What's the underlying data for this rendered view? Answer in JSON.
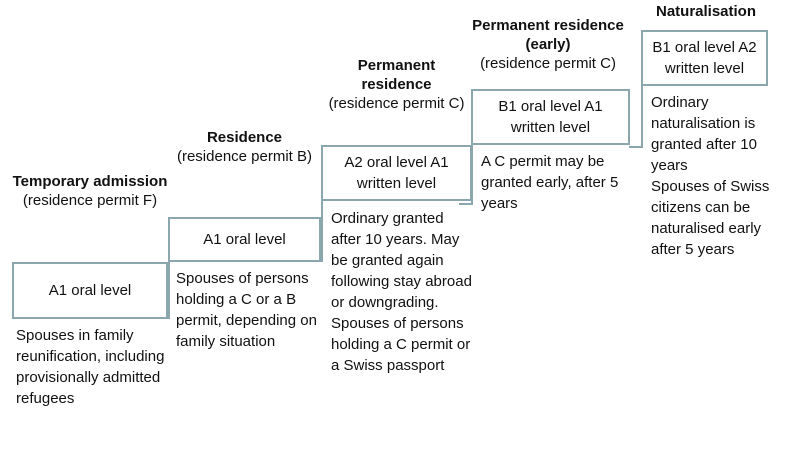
{
  "diagram": {
    "name": "Swiss residence permit language requirement staircase",
    "accent_border_color": "#8ba6ac",
    "text_color": "#111111",
    "background_color": "#ffffff",
    "steps": [
      {
        "id": "temporary-admission",
        "title": "Temporary admission",
        "subtitle": "(residence permit F)",
        "level": "A1 oral level",
        "description": "Spouses in family reunification, including provisionally admitted refugees"
      },
      {
        "id": "residence",
        "title": "Residence",
        "subtitle": "(residence permit B)",
        "level": "A1 oral level",
        "description": "Spouses of persons holding a C or a B permit, depending on family situation"
      },
      {
        "id": "permanent-residence",
        "title": "Permanent residence",
        "subtitle": "(residence permit C)",
        "level": "A2 oral level\nA1 written level",
        "description": "Ordinary granted after 10 years. May be granted again following stay abroad or downgrading. Spouses of persons holding a C permit or a Swiss passport"
      },
      {
        "id": "permanent-residence-early",
        "title": "Permanent residence (early)",
        "subtitle": "(residence permit C)",
        "level": "B1 oral level\nA1 written level",
        "description": "A C permit may be granted early, after 5 years"
      },
      {
        "id": "naturalisation",
        "title": "Naturalisation",
        "subtitle": "",
        "level": "B1 oral level\nA2 written level",
        "description": "Ordinary naturalisation is granted after 10 years\nSpouses of Swiss citizens can be naturalised early after 5 years"
      }
    ]
  }
}
